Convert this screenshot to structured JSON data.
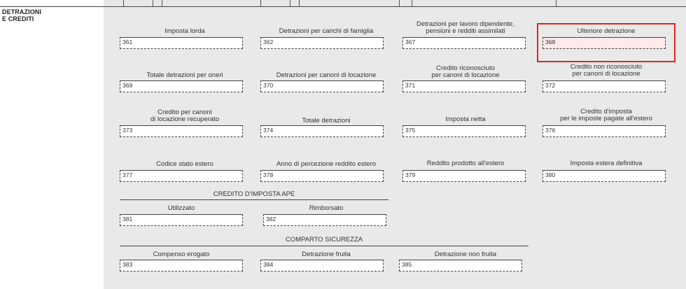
{
  "section_title": [
    "DETRAZIONI",
    "E CREDITI"
  ],
  "fields": [
    {
      "code": "361",
      "label": [
        "Imposta lorda"
      ]
    },
    {
      "code": "362",
      "label": [
        "Detrazioni per carichi di famiglia"
      ]
    },
    {
      "code": "367",
      "label": [
        "Detrazioni per lavoro dipendente,",
        "pensioni e redditi assimilati"
      ]
    },
    {
      "code": "368",
      "label": [
        "Ulteriore detrazione"
      ]
    },
    {
      "code": "369",
      "label": [
        "Totale detrazioni per oneri"
      ]
    },
    {
      "code": "370",
      "label": [
        "Detrazioni per canoni di locazione"
      ]
    },
    {
      "code": "371",
      "label": [
        "Credito riconosciuto",
        "per canoni di locazione"
      ]
    },
    {
      "code": "372",
      "label": [
        "Credito non riconosciuto",
        "per canoni di locazione"
      ]
    },
    {
      "code": "373",
      "label": [
        "Credito per canoni",
        "di locazione recuperato"
      ]
    },
    {
      "code": "374",
      "label": [
        "Totale detrazioni"
      ]
    },
    {
      "code": "375",
      "label": [
        "Imposta netta"
      ]
    },
    {
      "code": "376",
      "label": [
        "Credito d'imposta",
        "per le imposte pagate all'estero"
      ]
    },
    {
      "code": "377",
      "label": [
        "Codice stato estero"
      ]
    },
    {
      "code": "378",
      "label": [
        "Anno di percezione reddito estero"
      ]
    },
    {
      "code": "379",
      "label": [
        "Reddito prodotto all'estero"
      ]
    },
    {
      "code": "380",
      "label": [
        "Imposta estera definitiva"
      ]
    },
    {
      "code": "381",
      "label": [
        "Utilizzato"
      ]
    },
    {
      "code": "382",
      "label": [
        "Rimborsato"
      ]
    },
    {
      "code": "383",
      "label": [
        "Compenso erogato"
      ]
    },
    {
      "code": "384",
      "label": [
        "Detrazione fruita"
      ]
    },
    {
      "code": "385",
      "label": [
        "Detrazione non fruita"
      ]
    }
  ],
  "groups": {
    "ape_title": "CREDITO D'IMPOSTA APE",
    "sicurezza_title": "COMPARTO SICUREZZA"
  },
  "highlight_color": "#e02424"
}
